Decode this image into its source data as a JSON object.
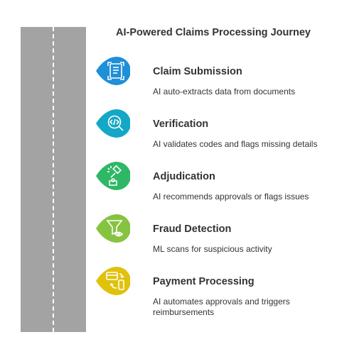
{
  "title": "AI-Powered Claims Processing Journey",
  "colors": {
    "road": "#a3a3a3",
    "road_line": "#ffffff",
    "text": "#333333"
  },
  "steps": [
    {
      "title": "Claim Submission",
      "description": "AI auto-extracts data from documents",
      "icon": "document-icon",
      "color": "#1f8fd8"
    },
    {
      "title": "Verification",
      "description": "AI validates codes and flags missing details",
      "icon": "code-magnifier-icon",
      "color": "#14a7c6"
    },
    {
      "title": "Adjudication",
      "description": "AI recommends approvals or flags issues",
      "icon": "gavel-icon",
      "color": "#2eb866"
    },
    {
      "title": "Fraud Detection",
      "description": "ML scans for suspicious activity",
      "icon": "filter-eye-icon",
      "color": "#86c341"
    },
    {
      "title": "Payment Processing",
      "description": "AI automates approvals and triggers reimbursements",
      "icon": "card-phone-transfer-icon",
      "color": "#e0c10c"
    }
  ]
}
